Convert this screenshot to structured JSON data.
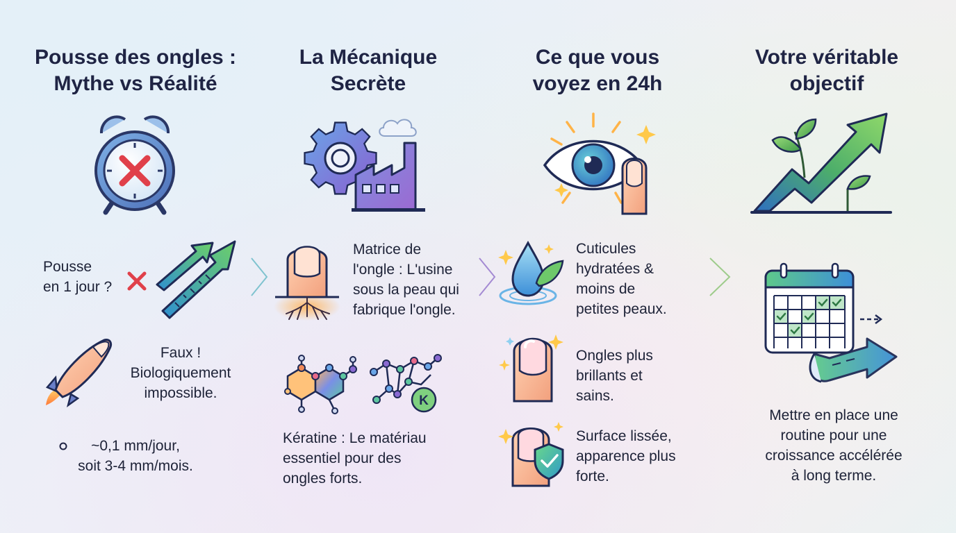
{
  "columns": [
    {
      "title_lines": [
        "Pousse des ongles :",
        "Mythe vs Réalité"
      ],
      "items": [
        {
          "icon": "clock-cross-icon"
        },
        {
          "lines": [
            "Pousse",
            "en 1 jour ?"
          ],
          "icon": "ruler-arrow-icon"
        },
        {
          "lines": [
            "Faux !",
            "Biologiquement",
            "impossible."
          ],
          "icon": "rocket-finger-icon"
        },
        {
          "lines": [
            "~0,1 mm/jour,",
            "soit 3-4 mm/mois."
          ],
          "icon": "bullet-icon"
        }
      ]
    },
    {
      "title_lines": [
        "La Mécanique",
        "Secrète"
      ],
      "items": [
        {
          "icon": "gear-factory-icon"
        },
        {
          "lines": [
            "Matrice de",
            "l'ongle : L'usine",
            "sous la peau qui",
            "fabrique l'ongle."
          ],
          "icon": "finger-root-icon"
        },
        {
          "lines": [
            "Kératine : Le matériau",
            "essentiel pour des",
            "ongles forts."
          ],
          "icon": "keratin-molecule-icon",
          "badge": "K"
        }
      ]
    },
    {
      "title_lines": [
        "Ce que vous",
        "voyez en 24h"
      ],
      "items": [
        {
          "icon": "eye-finger-icon"
        },
        {
          "lines": [
            "Cuticules",
            "hydratées &",
            "moins de",
            "petites peaux."
          ],
          "icon": "droplet-leaf-icon"
        },
        {
          "lines": [
            "Ongles plus",
            "brillants et",
            "sains."
          ],
          "icon": "shiny-nail-icon"
        },
        {
          "lines": [
            "Surface lissée,",
            "apparence plus",
            "forte."
          ],
          "icon": "nail-shield-icon"
        }
      ]
    },
    {
      "title_lines": [
        "Votre véritable",
        "objectif"
      ],
      "items": [
        {
          "icon": "plant-growth-arrow-icon"
        },
        {
          "icon": "calendar-arrow-icon"
        },
        {
          "lines": [
            "Mettre en place une",
            "routine pour une",
            "croissance accélérée",
            "à long terme."
          ]
        }
      ]
    }
  ],
  "colors": {
    "heading": "#1f2444",
    "cross": "#e0404a",
    "green": "#4db35e",
    "blue": "#3d7fd0",
    "purple": "#7c5cc4",
    "divider1": "#7fc3cf",
    "divider2": "#a48ad3",
    "divider3": "#9ecc8b"
  }
}
